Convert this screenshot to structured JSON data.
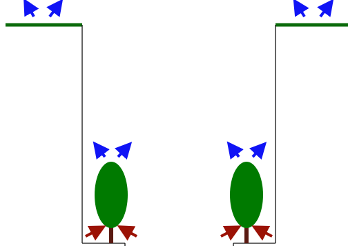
{
  "diagram": {
    "elements": {
      "ground_lines": [
        "left-ground-surface",
        "right-ground-surface"
      ],
      "pit_walls": [
        "left-pit-wall",
        "right-pit-wall",
        "pit-floor"
      ],
      "plants": [
        "left-tree",
        "right-tree"
      ],
      "arrows": {
        "outgoing_blue": [
          "top-left-ground-arrows",
          "top-right-ground-arrows",
          "left-tree-top-arrows",
          "right-tree-top-arrows"
        ],
        "incoming_red": [
          "left-tree-base-arrows",
          "right-tree-base-arrows"
        ]
      }
    },
    "colors": {
      "ground_green": "#0b6b0b",
      "wall_black": "#111111",
      "tree_green": "#007a00",
      "trunk_brown": "#5a1a12",
      "blue_arrow": "#1014f5",
      "red_arrow": "#9b1205",
      "background": "#ffffff"
    }
  }
}
